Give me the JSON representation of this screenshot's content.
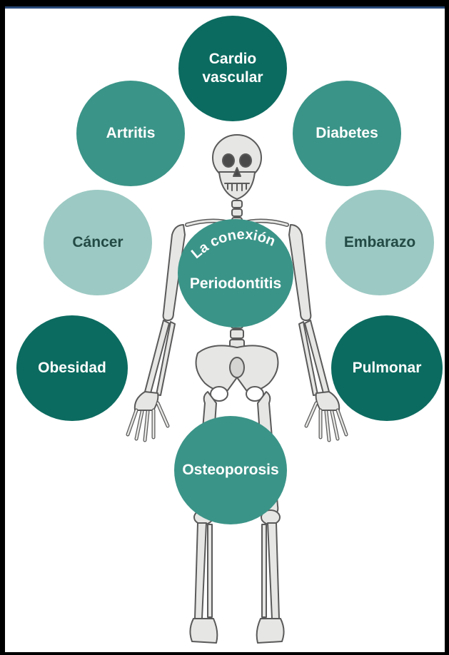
{
  "diagram": {
    "center": {
      "arc_label": "La conexión",
      "label": "Periodontitis"
    },
    "conditions": [
      {
        "id": "cardio",
        "label": "Cardio\nvascular",
        "shade": "dark"
      },
      {
        "id": "artritis",
        "label": "Artritis",
        "shade": "mid"
      },
      {
        "id": "diabetes",
        "label": "Diabetes",
        "shade": "mid"
      },
      {
        "id": "cancer",
        "label": "Cáncer",
        "shade": "light"
      },
      {
        "id": "embarazo",
        "label": "Embarazo",
        "shade": "light"
      },
      {
        "id": "obesidad",
        "label": "Obesidad",
        "shade": "dark"
      },
      {
        "id": "pulmonar",
        "label": "Pulmonar",
        "shade": "dark"
      },
      {
        "id": "osteoporosis",
        "label": "Osteoporosis",
        "shade": "mid"
      }
    ]
  },
  "colors": {
    "dark_teal": "#0c6b60",
    "mid_teal": "#3b9488",
    "light_teal": "#9cc9c3",
    "bone_fill": "#e6e6e4",
    "bone_stroke": "#5a5a5a"
  }
}
